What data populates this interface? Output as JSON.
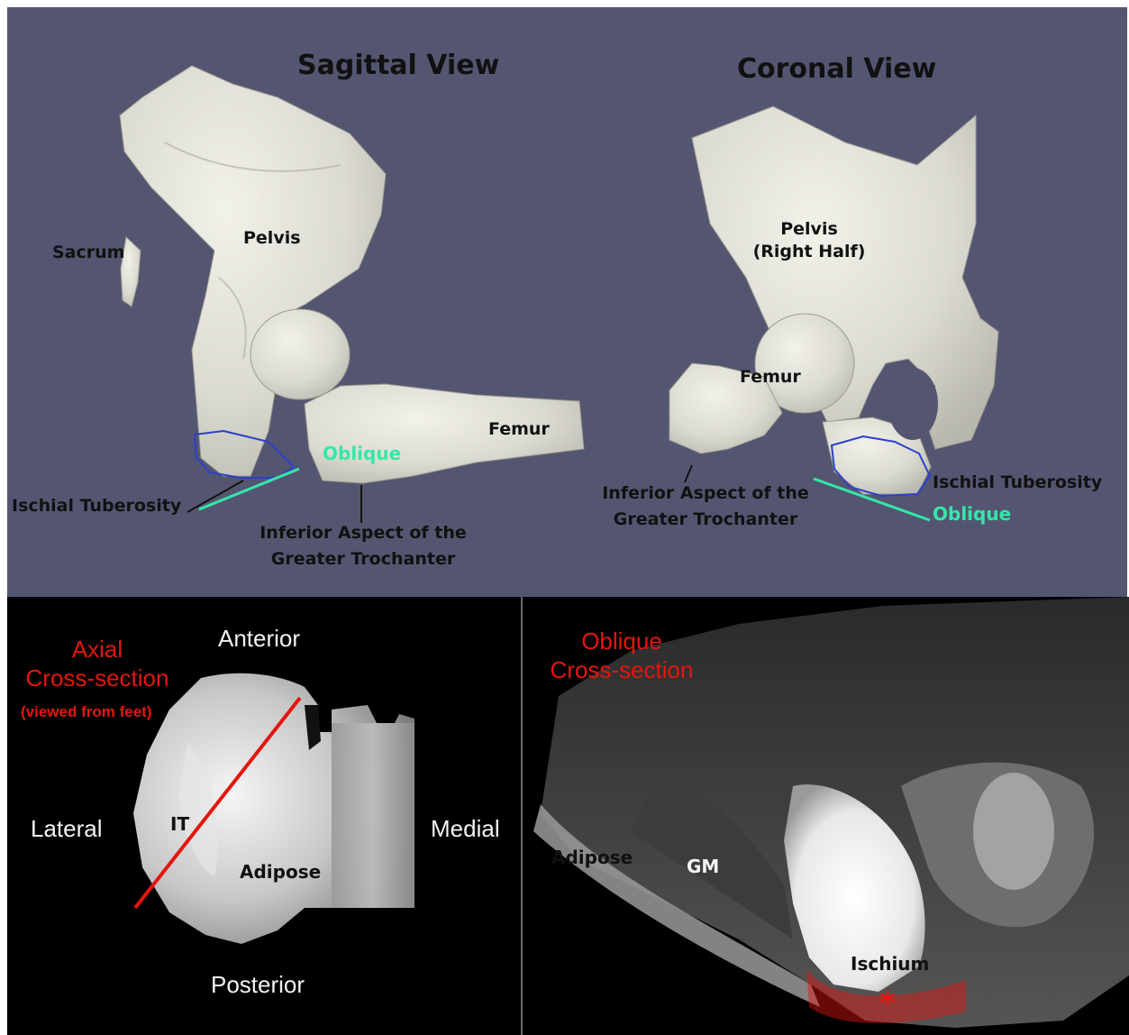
{
  "sagittal": {
    "title": "Sagittal View",
    "sacrum": "Sacrum",
    "pelvis": "Pelvis",
    "femur": "Femur",
    "oblique": "Oblique",
    "ischial_tuberosity": "Ischial Tuberosity",
    "trochanter_line1": "Inferior Aspect of the",
    "trochanter_line2": "Greater Trochanter"
  },
  "coronal": {
    "title": "Coronal View",
    "pelvis_line1": "Pelvis",
    "pelvis_line2": "(Right Half)",
    "femur": "Femur",
    "trochanter_line1": "Inferior Aspect of the",
    "trochanter_line2": "Greater Trochanter",
    "ischial_tuberosity": "Ischial Tuberosity",
    "oblique": "Oblique"
  },
  "axial": {
    "heading_line1": "Axial",
    "heading_line2": "Cross-section",
    "heading_line3": "(viewed from feet)",
    "anterior": "Anterior",
    "posterior": "Posterior",
    "lateral": "Lateral",
    "medial": "Medial",
    "it": "IT",
    "adipose": "Adipose"
  },
  "oblique_section": {
    "heading_line1": "Oblique",
    "heading_line2": "Cross-section",
    "adipose": "Adipose",
    "gm": "GM",
    "ischium": "Ischium",
    "asterisk": "*"
  },
  "colors": {
    "top_background": "#545671",
    "bone": "#dddcd3",
    "outline_blue": "#2d3fc8",
    "oblique_green": "#35e7a8",
    "section_red": "#e4160f"
  }
}
